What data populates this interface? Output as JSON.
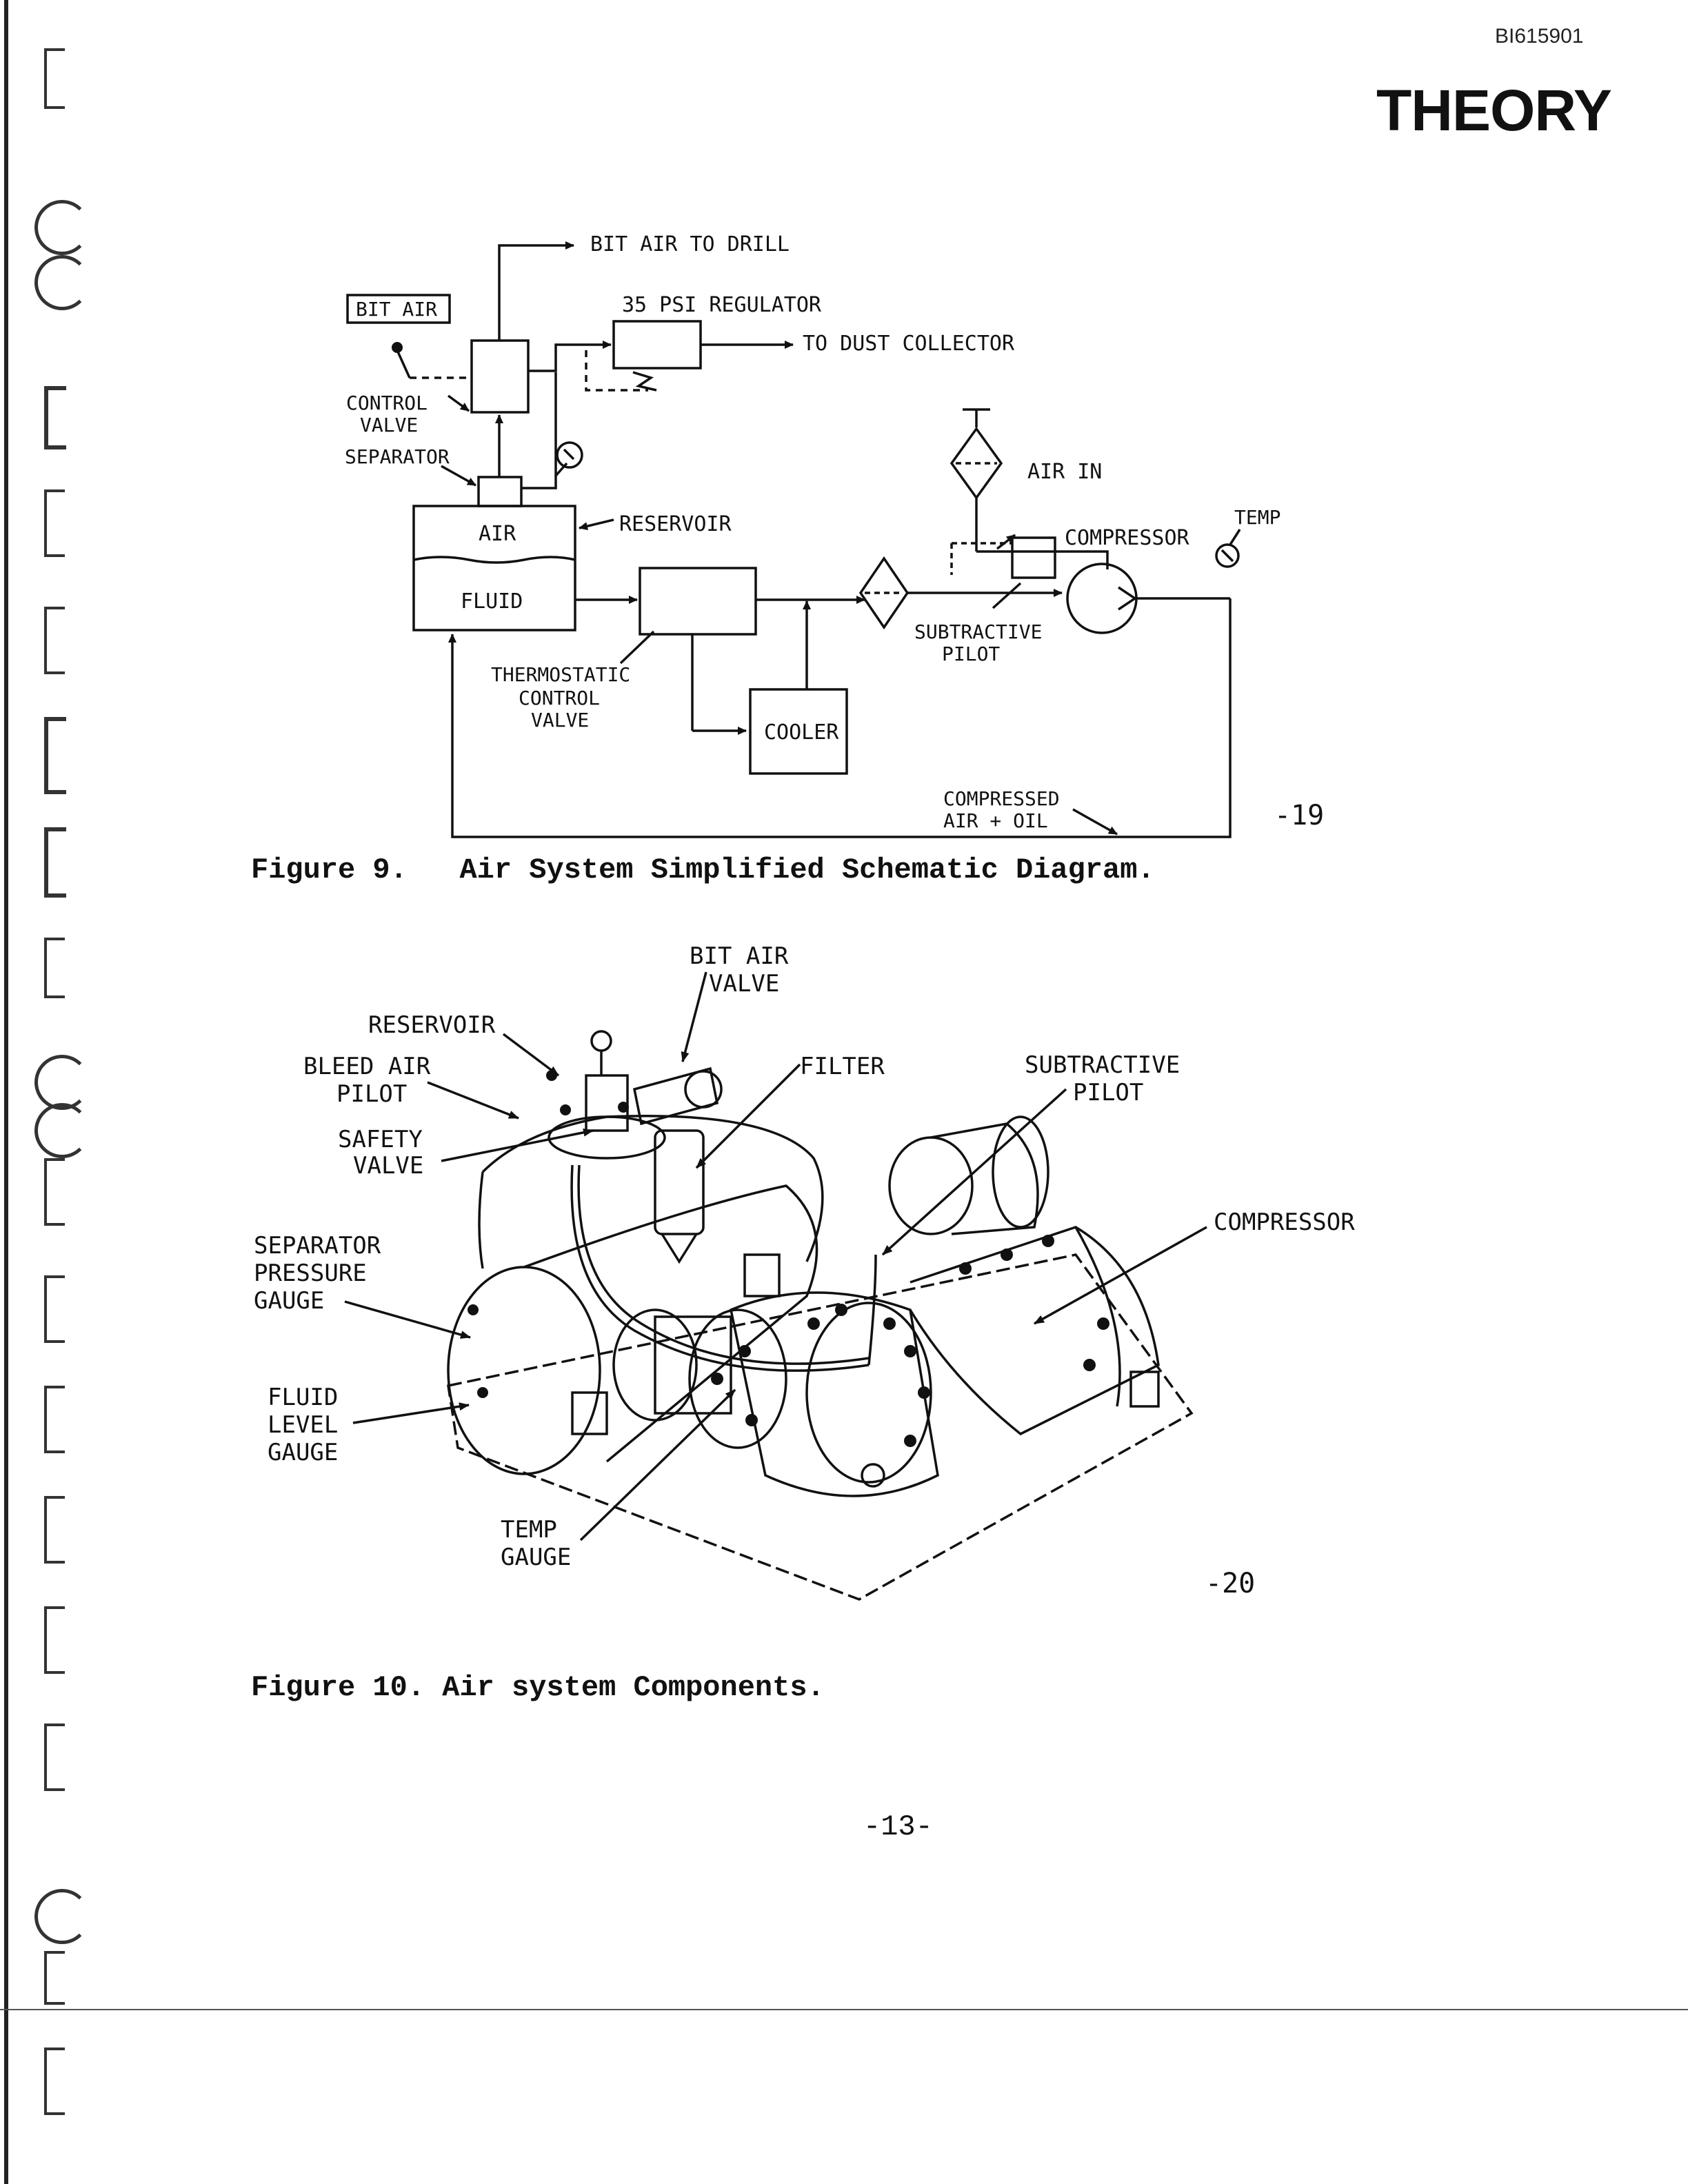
{
  "header": {
    "doc_id": "BI615901",
    "section_title": "THEORY"
  },
  "figure9": {
    "labels": {
      "bit_air_to_drill": "BIT AIR TO DRILL",
      "bit_air_box": "BIT AIR",
      "regulator": "35 PSI REGULATOR",
      "dust_collector": "TO DUST COLLECTOR",
      "control_valve_1": "CONTROL",
      "control_valve_2": "VALVE",
      "separator": "SEPARATOR",
      "air": "AIR",
      "fluid": "FLUID",
      "reservoir": "RESERVOIR",
      "air_in": "AIR IN",
      "compressor": "COMPRESSOR",
      "temp": "TEMP",
      "subtractive_1": "SUBTRACTIVE",
      "subtractive_2": "PILOT",
      "thermostatic_1": "THERMOSTATIC",
      "thermostatic_2": "CONTROL",
      "thermostatic_3": "VALVE",
      "cooler": "COOLER",
      "compressed_1": "COMPRESSED",
      "compressed_2": "AIR + OIL"
    },
    "figure_number": "-19",
    "caption": "Figure 9.   Air System Simplified Schematic Diagram."
  },
  "figure10": {
    "labels": {
      "bit_air_valve_1": "BIT AIR",
      "bit_air_valve_2": "VALVE",
      "reservoir": "RESERVOIR",
      "bleed_air_1": "BLEED AIR",
      "bleed_air_2": "PILOT",
      "safety_1": "SAFETY",
      "safety_2": "VALVE",
      "filter": "FILTER",
      "subtractive_1": "SUBTRACTIVE",
      "subtractive_2": "PILOT",
      "compressor": "COMPRESSOR",
      "separator_1": "SEPARATOR",
      "separator_2": "PRESSURE",
      "separator_3": "GAUGE",
      "fluid_1": "FLUID",
      "fluid_2": "LEVEL",
      "fluid_3": "GAUGE",
      "temp_1": "TEMP",
      "temp_2": "GAUGE"
    },
    "figure_number": "-20",
    "caption": "Figure 10. Air system Components."
  },
  "footer": {
    "page_number": "-13-"
  }
}
